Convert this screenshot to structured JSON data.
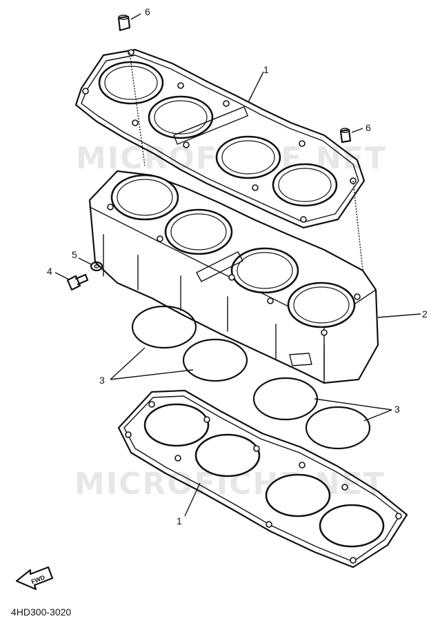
{
  "watermark": "MICROFICHE.NET",
  "callouts": {
    "c1_top": "1",
    "c1_bottom": "1",
    "c2": "2",
    "c3_left": "3",
    "c3_right": "3",
    "c4": "4",
    "c5": "5",
    "c6_top": "6",
    "c6_right": "6"
  },
  "fwd_label": "FWD",
  "diagram_code": "4HD300-3020"
}
